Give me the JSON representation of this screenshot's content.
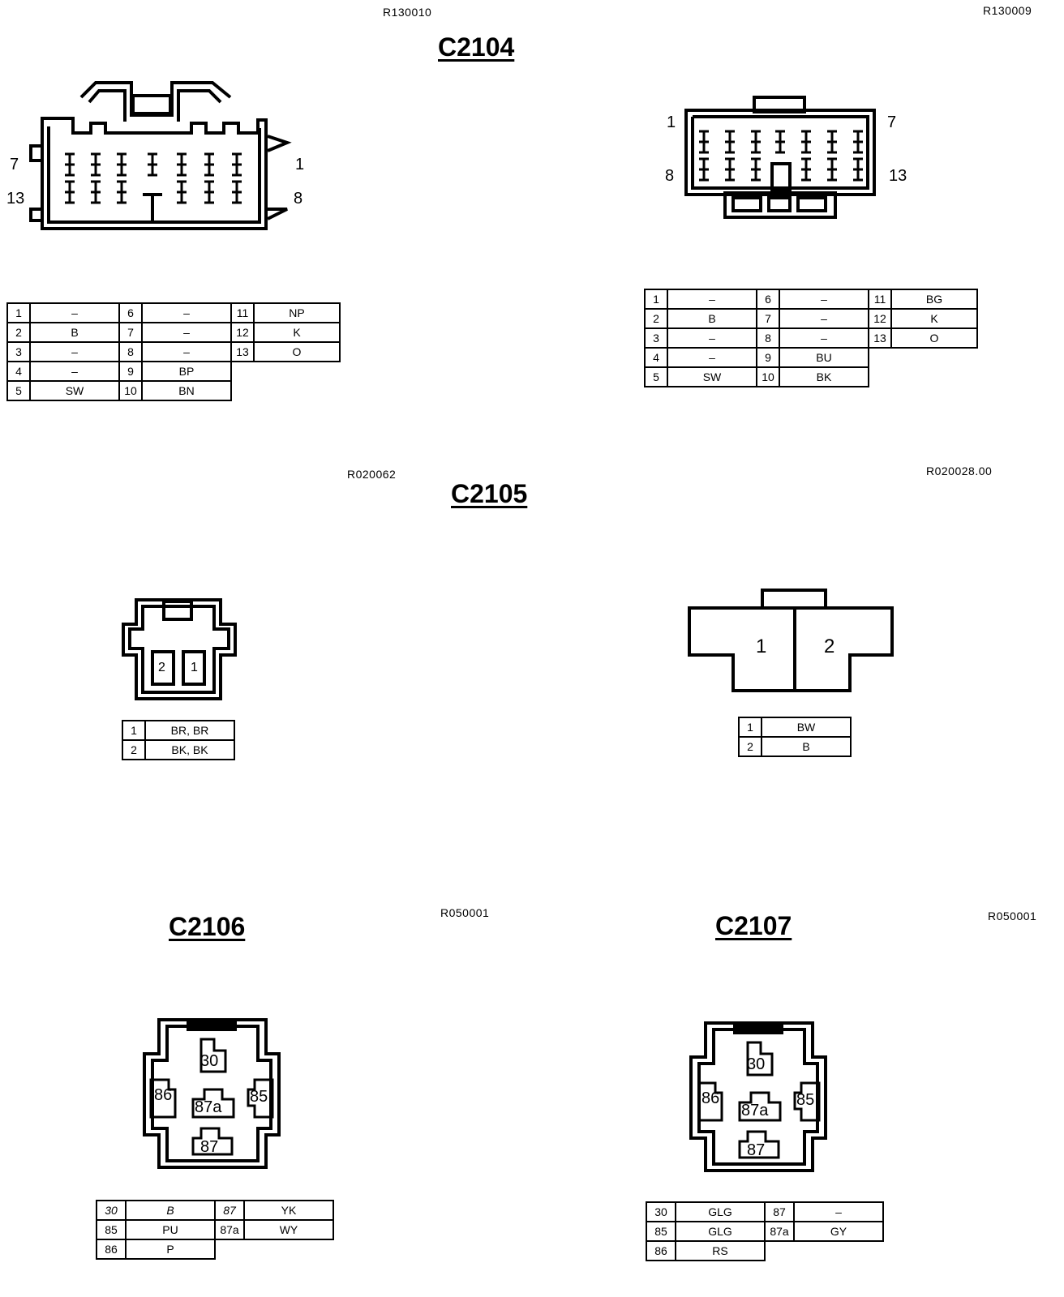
{
  "refs": {
    "r1": "R130010",
    "r2": "R130009",
    "r3": "R020062",
    "r4": "R020028.00",
    "r5": "R050001",
    "r6": "R050001"
  },
  "titles": {
    "c2104": "C2104",
    "c2105": "C2105",
    "c2106": "C2106",
    "c2107": "C2107"
  },
  "pin_labels": {
    "left_7": "7",
    "left_13": "13",
    "left_1": "1",
    "left_8": "8",
    "right_1": "1",
    "right_7": "7",
    "right_8": "8",
    "right_13": "13",
    "c2105a_2": "2",
    "c2105a_1": "1",
    "c2105b_1": "1",
    "c2105b_2": "2",
    "relay_30": "30",
    "relay_86": "86",
    "relay_87a": "87a",
    "relay_85": "85",
    "relay_87": "87"
  },
  "tables": {
    "c2104_left": {
      "rows": [
        [
          [
            "1",
            "–"
          ],
          [
            "6",
            "–"
          ],
          [
            "11",
            "NP"
          ]
        ],
        [
          [
            "2",
            "B"
          ],
          [
            "7",
            "–"
          ],
          [
            "12",
            "K"
          ]
        ],
        [
          [
            "3",
            "–"
          ],
          [
            "8",
            "–"
          ],
          [
            "13",
            "O"
          ]
        ],
        [
          [
            "4",
            "–"
          ],
          [
            "9",
            "BP"
          ]
        ],
        [
          [
            "5",
            "SW"
          ],
          [
            "10",
            "BN"
          ]
        ]
      ]
    },
    "c2104_right": {
      "rows": [
        [
          [
            "1",
            "–"
          ],
          [
            "6",
            "–"
          ],
          [
            "11",
            "BG"
          ]
        ],
        [
          [
            "2",
            "B"
          ],
          [
            "7",
            "–"
          ],
          [
            "12",
            "K"
          ]
        ],
        [
          [
            "3",
            "–"
          ],
          [
            "8",
            "–"
          ],
          [
            "13",
            "O"
          ]
        ],
        [
          [
            "4",
            "–"
          ],
          [
            "9",
            "BU"
          ]
        ],
        [
          [
            "5",
            "SW"
          ],
          [
            "10",
            "BK"
          ]
        ]
      ]
    },
    "c2105_left": {
      "rows": [
        [
          [
            "1",
            "BR, BR"
          ]
        ],
        [
          [
            "2",
            "BK, BK"
          ]
        ]
      ]
    },
    "c2105_right": {
      "rows": [
        [
          [
            "1",
            "BW"
          ]
        ],
        [
          [
            "2",
            "B"
          ]
        ]
      ]
    },
    "c2106": {
      "rows": [
        [
          [
            "30",
            "B"
          ],
          [
            "87",
            "YK"
          ]
        ],
        [
          [
            "85",
            "PU"
          ],
          [
            "87a",
            "WY"
          ]
        ],
        [
          [
            "86",
            "P"
          ]
        ]
      ]
    },
    "c2107": {
      "rows": [
        [
          [
            "30",
            "GLG"
          ],
          [
            "87",
            "–"
          ]
        ],
        [
          [
            "85",
            "GLG"
          ],
          [
            "87a",
            "GY"
          ]
        ],
        [
          [
            "86",
            "RS"
          ]
        ]
      ]
    }
  }
}
